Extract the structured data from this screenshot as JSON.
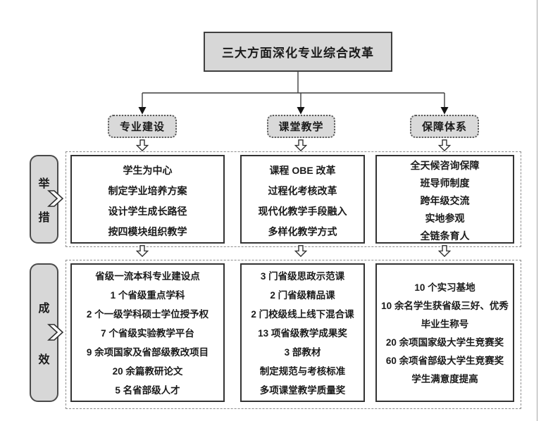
{
  "title": "三大方面深化专业综合改革",
  "branches": [
    {
      "label": "专业建设"
    },
    {
      "label": "课堂教学"
    },
    {
      "label": "保障体系"
    }
  ],
  "rows": [
    {
      "label": "举措",
      "label_chars": [
        "举",
        "措"
      ],
      "columns": [
        {
          "lines": [
            "学生为中心",
            "制定学业培养方案",
            "设计学生成长路径",
            "按四模块组织教学"
          ]
        },
        {
          "lines": [
            "课程 OBE 改革",
            "过程化考核改革",
            "现代化教学手段融入",
            "多样化教学方式"
          ]
        },
        {
          "lines": [
            "全天候咨询保障",
            "班导师制度",
            "跨年级交流",
            "实地参观",
            "全链条育人"
          ]
        }
      ]
    },
    {
      "label": "成效",
      "label_chars": [
        "成",
        "效"
      ],
      "columns": [
        {
          "lines": [
            "省级一流本科专业建设点",
            "1 个省级重点学科",
            "2 个一级学科硕士学位授予权",
            "7 个省级实验教学平台",
            "9 余项国家及省部级教改项目",
            "20 余篇教研论文",
            "5 名省部级人才"
          ]
        },
        {
          "lines": [
            "3 门省级思政示范课",
            "2 门省级精品课",
            "2 门校级线上线下混合课",
            "13 项省级教学成果奖",
            "3 部教材",
            "制定规范与考核标准",
            "多项课堂教学质量奖"
          ]
        },
        {
          "lines": [
            "10 个实习基地",
            "10 余名学生获省级三好、优秀毕业生称号",
            "20 余项国家级大学生竞赛奖",
            "60 余项省部级大学生竞赛奖",
            "学生满意度提高"
          ]
        }
      ]
    }
  ],
  "colors": {
    "box_fill": "#d7d7d7",
    "box_border": "#3f3f3f",
    "line": "#3f3f3f",
    "dashed_border": "#8c8c8c",
    "text": "#1a1a1a"
  }
}
